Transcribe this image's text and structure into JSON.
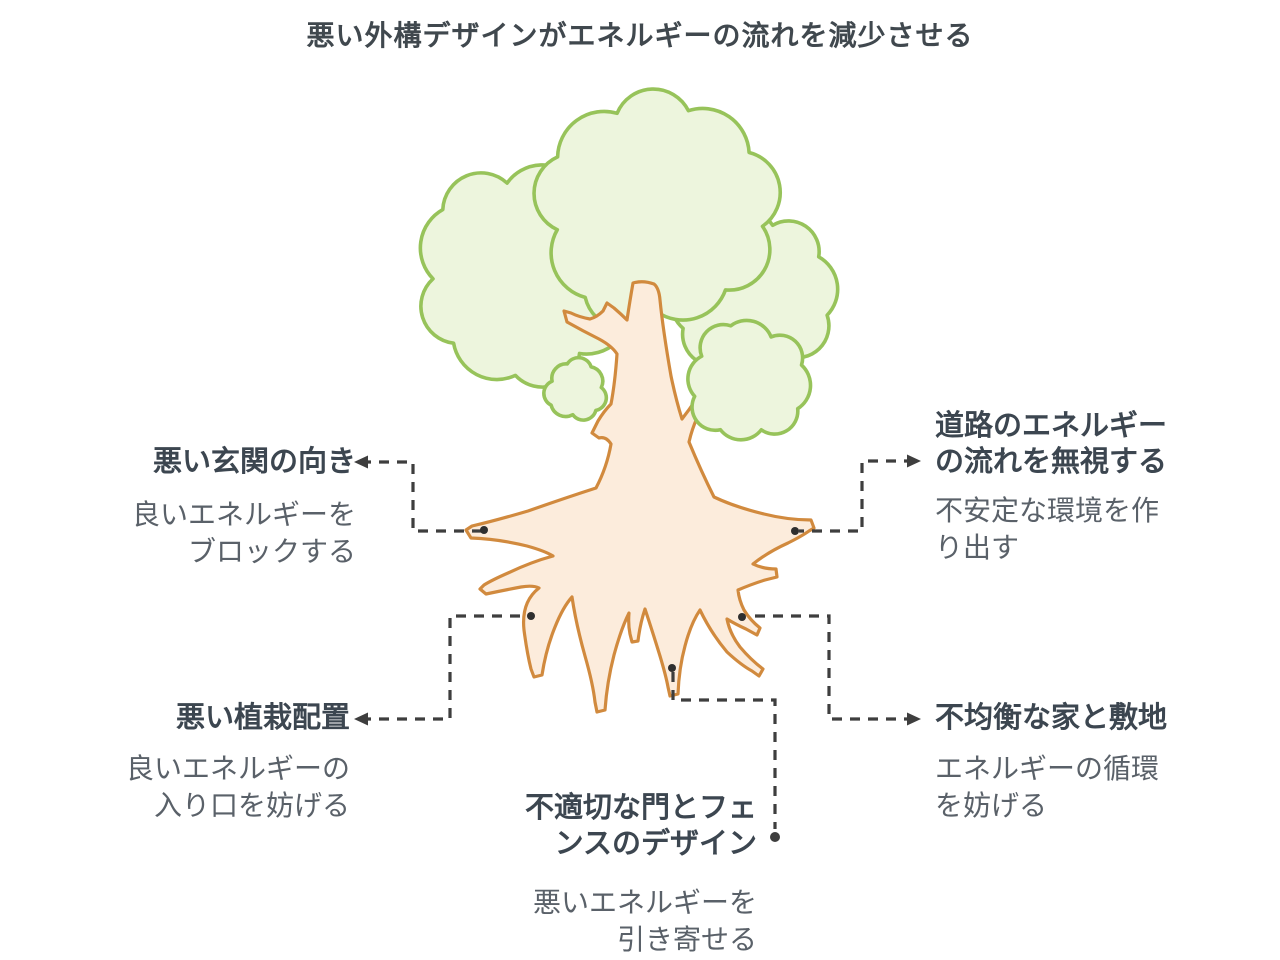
{
  "title": "悪い外構デザインがエネルギーの流れを減少させる",
  "colors": {
    "foliage_fill": "#edf5dd",
    "foliage_stroke": "#97c35a",
    "trunk_fill": "#fcecdc",
    "trunk_stroke": "#d18a3e",
    "connector": "#3e3e3e",
    "dot": "#2f2f2f",
    "title_text": "#40484e",
    "label_title_text": "#3c4650",
    "label_desc_text": "#5a6169"
  },
  "labels": {
    "entrance": {
      "title": "悪い玄関の向き",
      "desc1": "良いエネルギーを",
      "desc2": "ブロックする"
    },
    "road": {
      "title1": "道路のエネルギー",
      "title2": "の流れを無視する",
      "desc1": "不安定な環境を作",
      "desc2": "り出す"
    },
    "planting": {
      "title": "悪い植栽配置",
      "desc1": "良いエネルギーの",
      "desc2": "入り口を妨げる"
    },
    "gate": {
      "title1": "不適切な門とフェ",
      "title2": "ンスのデザイン",
      "desc1": "悪いエネルギーを",
      "desc2": "引き寄せる"
    },
    "house": {
      "title": "不均衡な家と敷地",
      "desc1": "エネルギーの循環",
      "desc2": "を妨げる"
    }
  }
}
